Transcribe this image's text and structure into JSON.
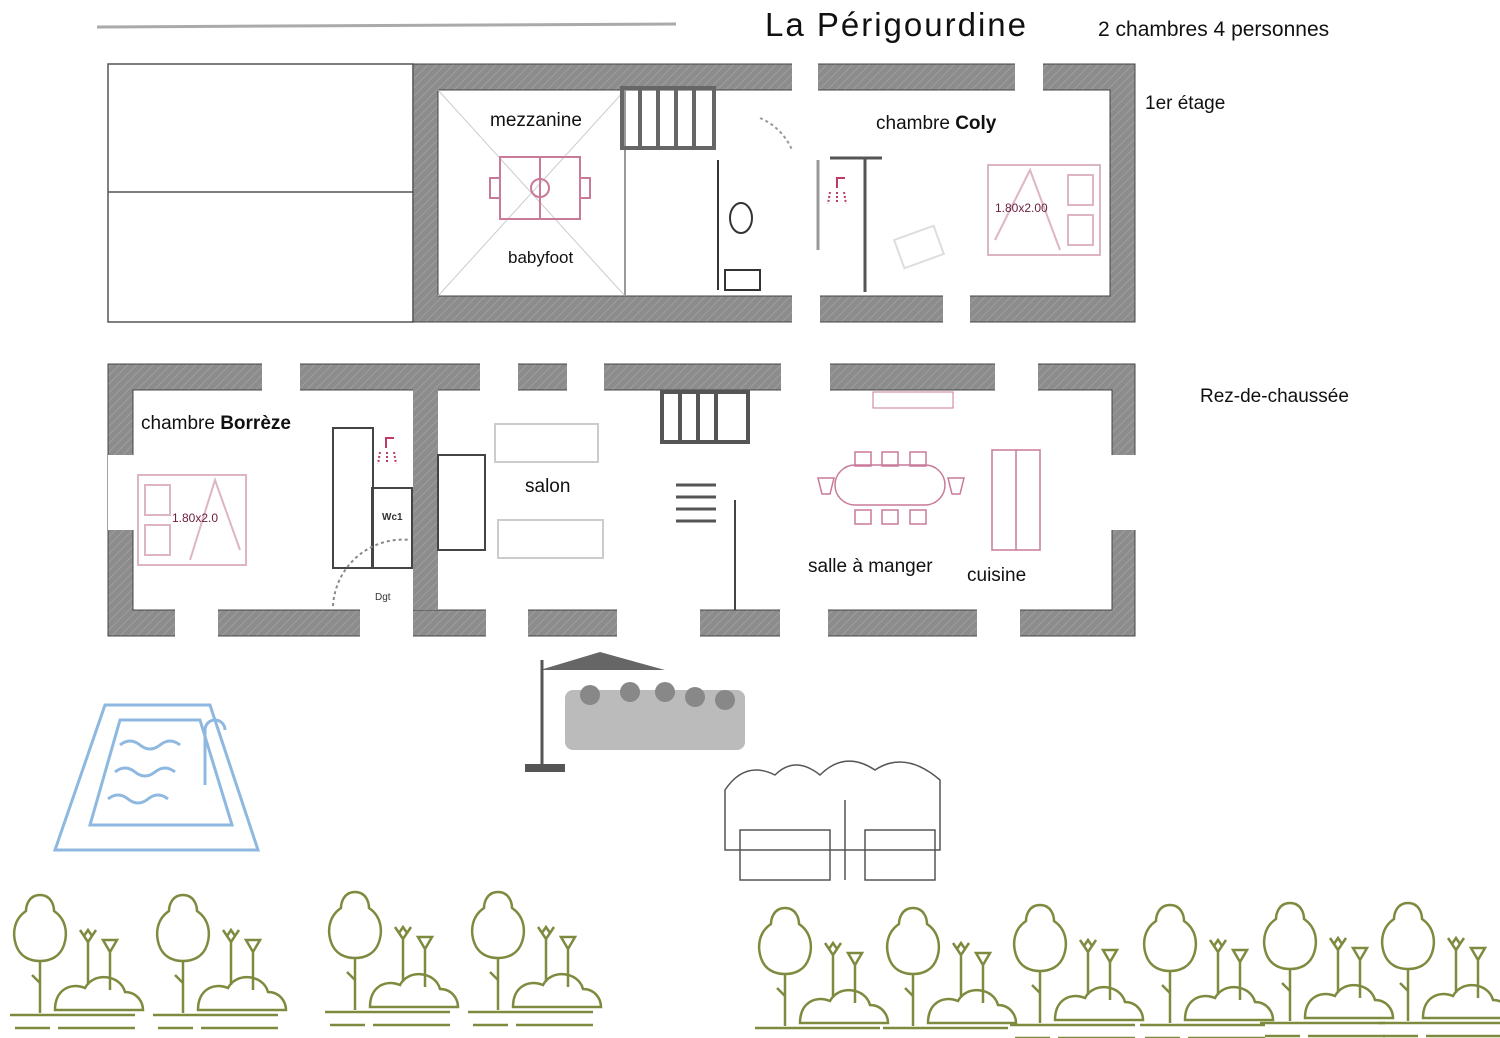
{
  "header": {
    "title": "La Périgourdine",
    "subtitle": "2 chambres 4 personnes"
  },
  "levels": {
    "upper": "1er étage",
    "ground": "Rez-de-chaussée"
  },
  "upper_floor": {
    "mezzanine": "mezzanine",
    "babyfoot": "babyfoot",
    "bedroom_prefix": "chambre ",
    "bedroom_name": "Coly",
    "bed_size": "1.80x2.00"
  },
  "ground_floor": {
    "bedroom_prefix": "chambre ",
    "bedroom_name": "Borrèze",
    "bed_size": "1.80x2.0",
    "wc": "Wc1",
    "dgt": "Dgt",
    "salon": "salon",
    "dining": "salle à manger",
    "kitchen": "cuisine"
  },
  "colors": {
    "wall": "#8c8c8c",
    "furniture": "#c97a9a",
    "pool": "#8fb8e0",
    "garden": "#7d8b3f"
  }
}
